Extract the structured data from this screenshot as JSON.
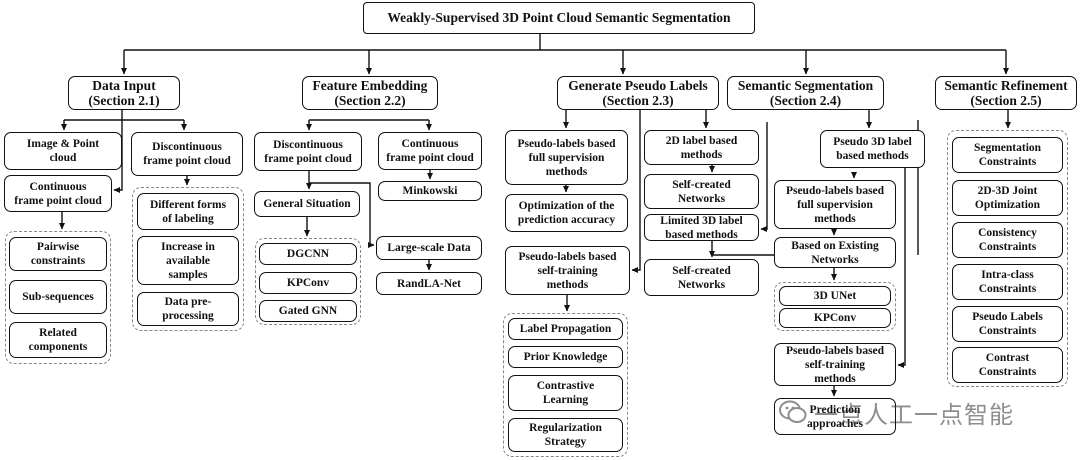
{
  "root": "Weakly-Supervised 3D Point Cloud Semantic Segmentation",
  "categories": {
    "data_input": "Data Input\n(Section 2.1)",
    "feature_embedding": "Feature Embedding\n(Section 2.2)",
    "pseudo_labels": "Generate Pseudo Labels\n(Section 2.3)",
    "semantic_segmentation": "Semantic Segmentation\n(Section 2.4)",
    "semantic_refinement": "Semantic Refinement\n(Section 2.5)"
  },
  "data_input": {
    "image_point_cloud": "Image & Point\ncloud",
    "continuous_frame": "Continuous\nframe point cloud",
    "discontinuous_frame": "Discontinuous\nframe point cloud",
    "pairwise": "Pairwise\nconstraints",
    "subsequences": "Sub-sequences",
    "related_components": "Related\ncomponents",
    "forms_of_labeling": "Different forms\nof labeling",
    "increase_samples": "Increase in\navailable\nsamples",
    "data_preprocessing": "Data pre-\nprocessing"
  },
  "feature_embedding": {
    "discontinuous_frame": "Discontinuous\nframe point cloud",
    "continuous_frame": "Continuous\nframe point cloud",
    "minkowski": "Minkowski",
    "general_situation": "General Situation",
    "dgcnn": "DGCNN",
    "kpconv": "KPConv",
    "gated_gnn": "Gated GNN",
    "large_scale": "Large-scale Data",
    "randla_net": "RandLA-Net"
  },
  "pseudo_labels": {
    "full_supervision": "Pseudo-labels based\nfull supervision\nmethods",
    "optimization": "Optimization of the\nprediction accuracy",
    "self_training": "Pseudo-labels based\nself-training\nmethods",
    "label_propagation": "Label Propagation",
    "prior_knowledge": "Prior Knowledge",
    "contrastive_learning": "Contrastive\nLearning",
    "regularization": "Regularization\nStrategy"
  },
  "semantic_segmentation": {
    "label_2d": "2D label based\nmethods",
    "self_created_1": "Self-created\nNetworks",
    "limited_3d": "Limited 3D label\nbased methods",
    "self_created_2": "Self-created\nNetworks",
    "pseudo_3d": "Pseudo 3D label\nbased methods",
    "full_supervision": "Pseudo-labels based\nfull supervision\nmethods",
    "existing_networks": "Based on Existing\nNetworks",
    "unet_3d": "3D UNet",
    "kpconv": "KPConv",
    "self_training": "Pseudo-labels based\nself-training\nmethods",
    "prediction_approaches": "Prediction\napproaches"
  },
  "semantic_refinement": {
    "segmentation": "Segmentation\nConstraints",
    "joint_optimization": "2D-3D Joint\nOptimization",
    "consistency": "Consistency\nConstraints",
    "intra_class": "Intra-class\nConstraints",
    "pseudo_labels": "Pseudo Labels\nConstraints",
    "contrast": "Contrast\nConstraints"
  },
  "watermark": "一点人工一点智能"
}
